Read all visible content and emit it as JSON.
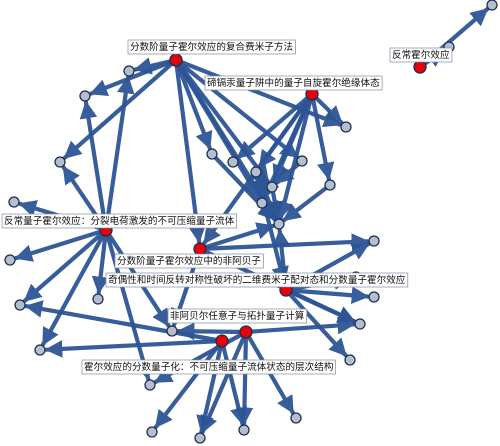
{
  "colors": {
    "edge": "#2d5596",
    "node": "#b3bfcf",
    "hub": "#e8000b",
    "background": "#ffffff"
  },
  "nodes": [
    {
      "id": "n1",
      "label": "分数阶量子霍尔效应的复合费米子方法",
      "hub": true
    },
    {
      "id": "n2",
      "label": "反常霍尔效应",
      "hub": true
    },
    {
      "id": "n3",
      "label": "碲镉汞量子阱中的量子自旋霍尔绝缘体态",
      "hub": true
    },
    {
      "id": "n4",
      "label": "反常量子霍尔效应：分裂电荷激发的不可压缩量子流体",
      "hub": true
    },
    {
      "id": "n5",
      "label": "分数阶量子霍尔效应中的非阿贝子",
      "hub": true
    },
    {
      "id": "n6",
      "label": "奇偶性和时间反转对称性破坏的二维费米子配对态和分数量子霍尔效应",
      "hub": true
    },
    {
      "id": "n7",
      "label": "非阿贝尔任意子与拓扑量子计算",
      "hub": true
    },
    {
      "id": "n8",
      "label": "霍尔效应的分数量子化：不可压缩量子流体状态的层次结构",
      "hub": true
    },
    {
      "id": "p1",
      "label": "",
      "hub": false
    },
    {
      "id": "p2",
      "label": "",
      "hub": false
    },
    {
      "id": "p3",
      "label": "",
      "hub": false
    },
    {
      "id": "p4",
      "label": "",
      "hub": false
    },
    {
      "id": "p5",
      "label": "",
      "hub": false
    },
    {
      "id": "p6",
      "label": "",
      "hub": false
    },
    {
      "id": "p7",
      "label": "",
      "hub": false
    },
    {
      "id": "p8",
      "label": "",
      "hub": false
    },
    {
      "id": "p9",
      "label": "",
      "hub": false
    },
    {
      "id": "p10",
      "label": "",
      "hub": false
    },
    {
      "id": "p11",
      "label": "",
      "hub": false
    },
    {
      "id": "p12",
      "label": "",
      "hub": false
    },
    {
      "id": "p13",
      "label": "",
      "hub": false
    },
    {
      "id": "p14",
      "label": "",
      "hub": false
    },
    {
      "id": "p15",
      "label": "",
      "hub": false
    },
    {
      "id": "p16",
      "label": "",
      "hub": false
    },
    {
      "id": "p17",
      "label": "",
      "hub": false
    },
    {
      "id": "p18",
      "label": "",
      "hub": false
    },
    {
      "id": "p19",
      "label": "",
      "hub": false
    },
    {
      "id": "p20",
      "label": "",
      "hub": false
    },
    {
      "id": "p21",
      "label": "",
      "hub": false
    },
    {
      "id": "p22",
      "label": "",
      "hub": false
    },
    {
      "id": "p23",
      "label": "",
      "hub": false
    },
    {
      "id": "p24",
      "label": "",
      "hub": false
    },
    {
      "id": "p25",
      "label": "",
      "hub": false
    },
    {
      "id": "p26",
      "label": "",
      "hub": false
    },
    {
      "id": "p27",
      "label": "",
      "hub": false
    },
    {
      "id": "p28",
      "label": "",
      "hub": false
    },
    {
      "id": "p29",
      "label": "",
      "hub": false
    },
    {
      "id": "p30",
      "label": "",
      "hub": false
    }
  ],
  "edges": [
    [
      "n1",
      "p1"
    ],
    [
      "n1",
      "p2"
    ],
    [
      "n1",
      "p5"
    ],
    [
      "n1",
      "p9"
    ],
    [
      "n1",
      "p10"
    ],
    [
      "n1",
      "p11"
    ],
    [
      "n1",
      "p12"
    ],
    [
      "n1",
      "p13"
    ],
    [
      "n1",
      "n5"
    ],
    [
      "n1",
      "p6"
    ],
    [
      "n2",
      "p3"
    ],
    [
      "n2",
      "p4"
    ],
    [
      "n3",
      "p5"
    ],
    [
      "n3",
      "p12"
    ],
    [
      "n3",
      "p13"
    ],
    [
      "n3",
      "n5"
    ],
    [
      "n3",
      "p11"
    ],
    [
      "n3",
      "p7"
    ],
    [
      "n3",
      "p14"
    ],
    [
      "n3",
      "p8"
    ],
    [
      "p7",
      "p11"
    ],
    [
      "p7",
      "p13"
    ],
    [
      "p7",
      "p12"
    ],
    [
      "p7",
      "n6"
    ],
    [
      "n4",
      "p16"
    ],
    [
      "n4",
      "p17"
    ],
    [
      "n4",
      "p18"
    ],
    [
      "n4",
      "p19"
    ],
    [
      "n4",
      "p20"
    ],
    [
      "n4",
      "p21"
    ],
    [
      "n4",
      "p22"
    ],
    [
      "n4",
      "p9"
    ],
    [
      "n4",
      "p1"
    ],
    [
      "n4",
      "p2"
    ],
    [
      "n5",
      "p15"
    ],
    [
      "n5",
      "p23"
    ],
    [
      "n5",
      "p12"
    ],
    [
      "n5",
      "p21"
    ],
    [
      "n6",
      "p24"
    ],
    [
      "n6",
      "p25"
    ],
    [
      "n6",
      "p26"
    ],
    [
      "n6",
      "p12"
    ],
    [
      "n6",
      "p15"
    ],
    [
      "n6",
      "p23"
    ],
    [
      "n7",
      "p27"
    ],
    [
      "n7",
      "p28"
    ],
    [
      "n7",
      "p29"
    ],
    [
      "n7",
      "p21"
    ],
    [
      "n7",
      "p22"
    ],
    [
      "n7",
      "p23"
    ],
    [
      "n8",
      "p28"
    ],
    [
      "n8",
      "p29"
    ],
    [
      "n8",
      "p30"
    ],
    [
      "n8",
      "p19"
    ],
    [
      "n8",
      "p17"
    ],
    [
      "p6",
      "p12"
    ],
    [
      "p14",
      "p12"
    ],
    [
      "p10",
      "p11"
    ],
    [
      "p11",
      "p12"
    ],
    [
      "p13",
      "p12"
    ]
  ]
}
